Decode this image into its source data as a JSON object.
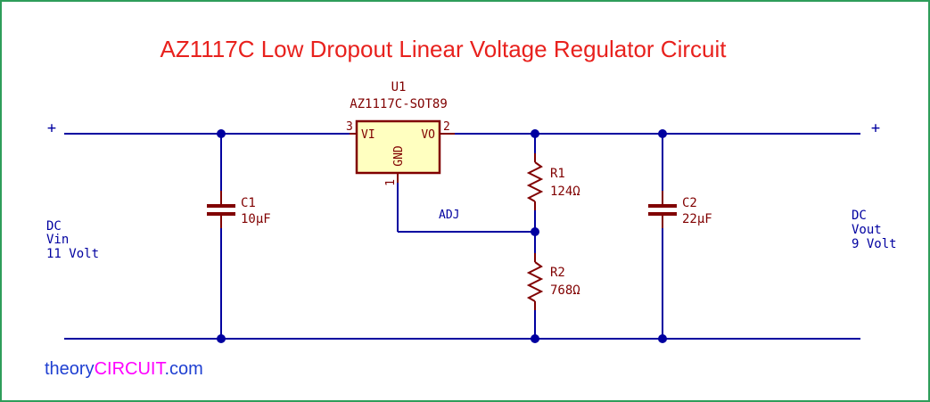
{
  "title": "AZ1117C Low Dropout Linear Voltage Regulator Circuit",
  "colors": {
    "border": "#2e9d5a",
    "wire": "#0000a0",
    "component": "#800000",
    "ic_fill": "#ffffc0",
    "text_blue": "#0000a0",
    "text_red": "#800000",
    "title": "#e8211d",
    "brand_blue": "#1e3fd1",
    "brand_magenta": "#ff00ff"
  },
  "input": {
    "plus": "+",
    "label_line1": "DC",
    "label_line2": "Vin",
    "label_line3": "11 Volt"
  },
  "output": {
    "plus": "+",
    "label_line1": "DC",
    "label_line2": "Vout",
    "label_line3": "9 Volt"
  },
  "regulator": {
    "ref": "U1",
    "value": "AZ1117C-SOT89",
    "pin_in_label": "VI",
    "pin_out_label": "VO",
    "pin_gnd_label": "GND",
    "pin_in_number": "3",
    "pin_out_number": "2",
    "pin_gnd_number": "1"
  },
  "adj_label": "ADJ",
  "c1": {
    "ref": "C1",
    "value": "10µF"
  },
  "c2": {
    "ref": "C2",
    "value": "22µF"
  },
  "r1": {
    "ref": "R1",
    "value": "124Ω"
  },
  "r2": {
    "ref": "R2",
    "value": "768Ω"
  },
  "brand": {
    "part1": "theory",
    "part2": "CIRCUIT",
    "part3": ".com"
  }
}
